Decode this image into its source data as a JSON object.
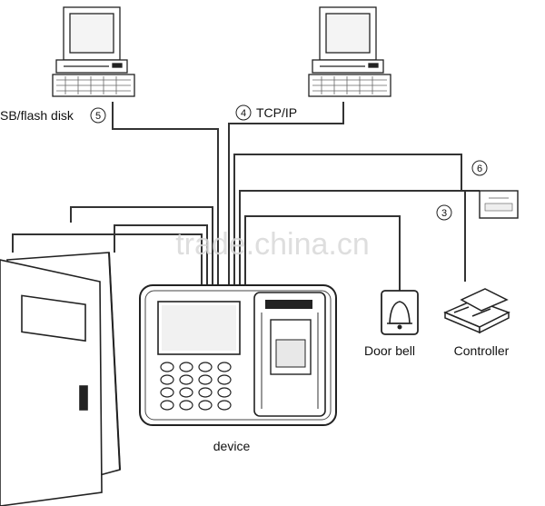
{
  "labels": {
    "usb": "SB/flash disk",
    "usb_num": "5",
    "tcp": "TCP/IP",
    "tcp_num": "4",
    "num6": "6",
    "num3": "3",
    "doorbell": "Door bell",
    "controller": "Controller",
    "device": "device"
  },
  "watermark": "trade.china.cn",
  "colors": {
    "line": "#333333",
    "text": "#111111",
    "watermark": "#d0d0d0"
  }
}
